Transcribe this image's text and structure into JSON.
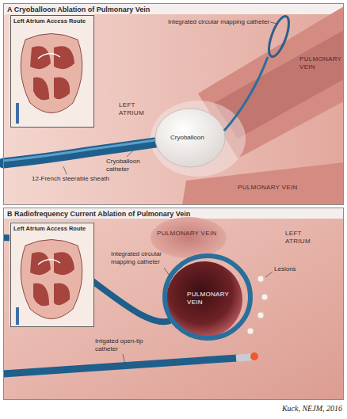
{
  "diagram": {
    "nodes": [
      {
        "text": [
          "A Cryoballoon Ablation of Pulmonary Vein"
        ]
      },
      {
        "text": [
          "Left Atrium Access Route"
        ],
        "in": 0
      },
      {
        "text": [
          "B Radiofrequency Current Ablation of Pulmonary Vein"
        ]
      },
      {
        "text": [
          "Left Atrium Access Route"
        ],
        "in": 2
      }
    ],
    "labels": [
      "Integrated circular mapping catheter",
      "PULMONARY VEIN",
      "LEFT ATRIUM",
      "Cryoballoon",
      "Cryoballoon catheter",
      "12-French steerable sheath",
      "PULMONARY VEIN",
      "PULMONARY VEIN",
      "LEFT ATRIUM",
      "Integrated circular mapping catheter",
      "Lesions",
      "PULMONARY VEIN",
      "Irrigated open-tip catheter"
    ],
    "caption": "Kuck, NEJM, 2016"
  }
}
